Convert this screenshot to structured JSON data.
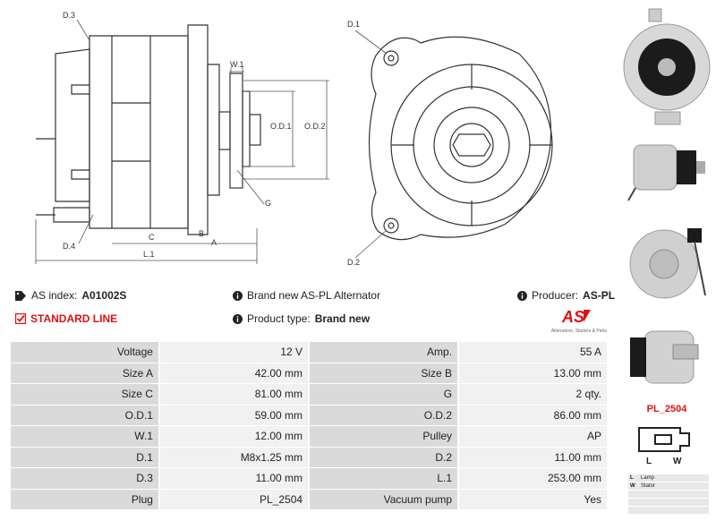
{
  "drawing": {
    "labels": {
      "d3": "D.3",
      "d4": "D.4",
      "w1": "W.1",
      "od1": "O.D.1",
      "od2": "O.D.2",
      "g": "G",
      "c": "C",
      "b": "B",
      "a": "A",
      "l1": "L.1",
      "d1": "D.1",
      "d2": "D.2"
    }
  },
  "info": {
    "as_index_label": "AS index:",
    "as_index_value": "A01002S",
    "standard_line": "STANDARD LINE",
    "brand_text": "Brand new AS-PL Alternator",
    "product_type_label": "Product type:",
    "product_type_value": "Brand new",
    "producer_label": "Producer:",
    "producer_value": "AS-PL"
  },
  "logo": {
    "mark": "AS",
    "tagline": "Alternators, Starters & Parts"
  },
  "specs": [
    [
      "Voltage",
      "12 V",
      "Amp.",
      "55 A"
    ],
    [
      "Size A",
      "42.00 mm",
      "Size B",
      "13.00 mm"
    ],
    [
      "Size C",
      "81.00 mm",
      "G",
      "2 qty."
    ],
    [
      "O.D.1",
      "59.00 mm",
      "O.D.2",
      "86.00 mm"
    ],
    [
      "W.1",
      "12.00 mm",
      "Pulley",
      "AP"
    ],
    [
      "D.1",
      "M8x1.25 mm",
      "D.2",
      "11.00 mm"
    ],
    [
      "D.3",
      "11.00 mm",
      "L.1",
      "253.00 mm"
    ],
    [
      "Plug",
      "PL_2504",
      "Vacuum pump",
      "Yes"
    ]
  ],
  "plug": {
    "name": "PL_2504",
    "pin_l": "L",
    "pin_w": "W",
    "legend": [
      {
        "key": "L",
        "desc": "Lamp"
      },
      {
        "key": "W",
        "desc": "Stator"
      }
    ]
  },
  "colors": {
    "accent": "#dd1111",
    "label_cell": "#dadada",
    "value_cell": "#f1f1f1"
  }
}
